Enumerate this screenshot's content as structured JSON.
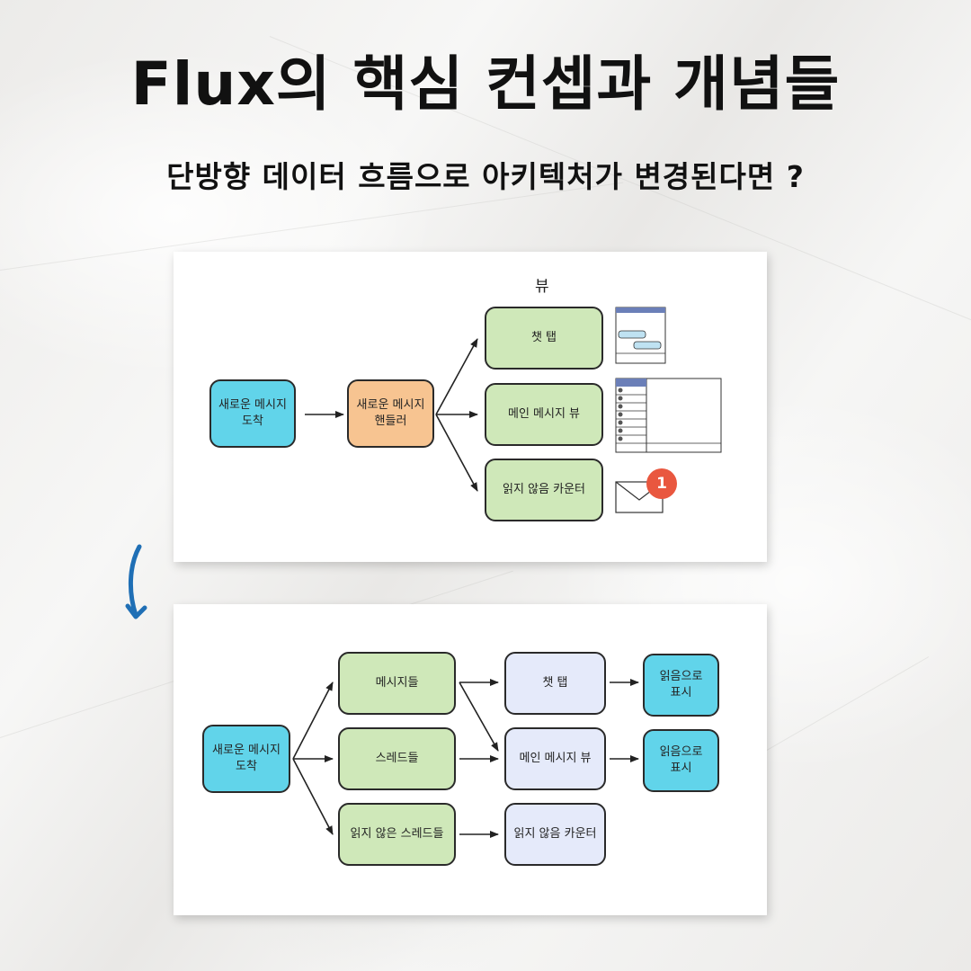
{
  "title": "Flux의 핵심 컨셉과 개념들",
  "subtitle": "단방향 데이터 흐름으로 아키텍처가 변경된다면 ?",
  "diagram1": {
    "view_label": "뷰",
    "new_message": "새로운 메시지\n도착",
    "handler": "새로운 메시지\n핸들러",
    "chat_tab": "챗 탭",
    "main_view": "메인 메시지 뷰",
    "unread_counter": "읽지 않음 카운터",
    "badge_count": "1"
  },
  "diagram2": {
    "new_message": "새로운 메시지\n도착",
    "messages": "메시지들",
    "threads": "스레드들",
    "unread_threads": "읽지 않은 스레드들",
    "chat_tab": "챗 탭",
    "main_view": "메인 메시지 뷰",
    "unread_counter": "읽지 않음 카운터",
    "mark_read_1": "읽음으로\n표시",
    "mark_read_2": "읽음으로\n표시"
  },
  "colors": {
    "cyan": "#61d4ea",
    "orange": "#f7c491",
    "green": "#cfe8b9",
    "lavender": "#e5eafa",
    "badge": "#e9573f",
    "arrow_blue": "#1f6fb5"
  },
  "icons": [
    "chat-window-icon",
    "message-list-icon",
    "envelope-icon",
    "down-arrow-icon"
  ]
}
